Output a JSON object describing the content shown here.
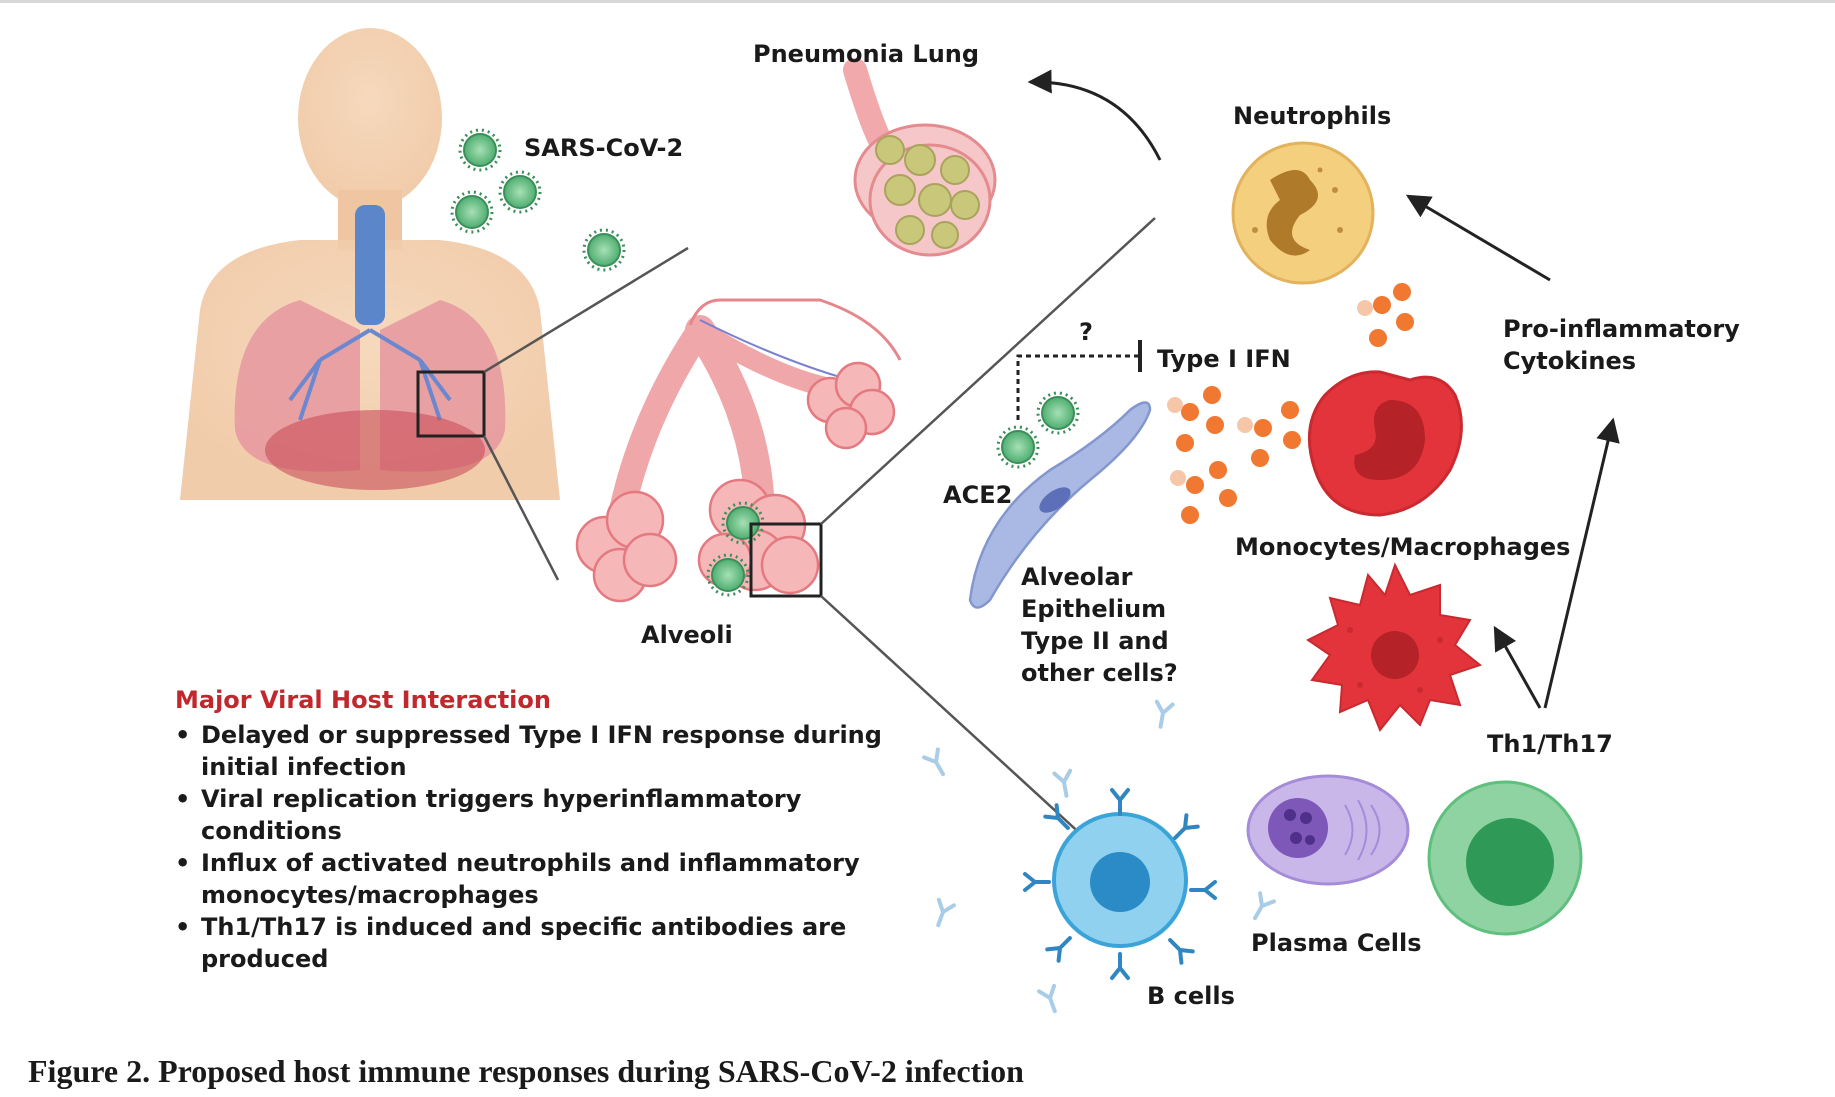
{
  "labels": {
    "sars": "SARS-CoV-2",
    "pneumonia": "Pneumonia Lung",
    "neutrophils": "Neutrophils",
    "question": "?",
    "type1ifn": "Type I IFN",
    "pro_inflammatory": [
      "Pro-inflammatory",
      "Cytokines"
    ],
    "ace2": "ACE2",
    "monocytes": "Monocytes/Macrophages",
    "alveolar": [
      "Alveolar",
      "Epithelium",
      "Type II and",
      "other cells?"
    ],
    "alveoli": "Alveoli",
    "th": "Th1/Th17",
    "plasma": "Plasma Cells",
    "bcells": "B cells"
  },
  "panel": {
    "title": "Major Viral Host Interaction",
    "items": [
      "Delayed or suppressed Type I IFN response during initial infection",
      "Viral replication triggers hyperinflammatory conditions",
      "Influx of activated neutrophils and inflammatory monocytes/macrophages",
      "Th1/Th17 is induced and specific antibodies are produced"
    ]
  },
  "caption": "Figure 2. Proposed host immune responses during SARS-CoV-2 infection",
  "colors": {
    "virus": "#6fbf8a",
    "lung": "#e88d8f",
    "skin": "#f2cfae",
    "neutrophil": "#f4cf7e",
    "macrophage": "#e2343a",
    "cytokine": "#f07830",
    "epithelium": "#a9b9e3",
    "bcell": "#55b8e3",
    "plasma": "#b89ee0",
    "tcell": "#5fbf7d",
    "antibody": "#2f86c0",
    "accent_red": "#c0282d"
  }
}
